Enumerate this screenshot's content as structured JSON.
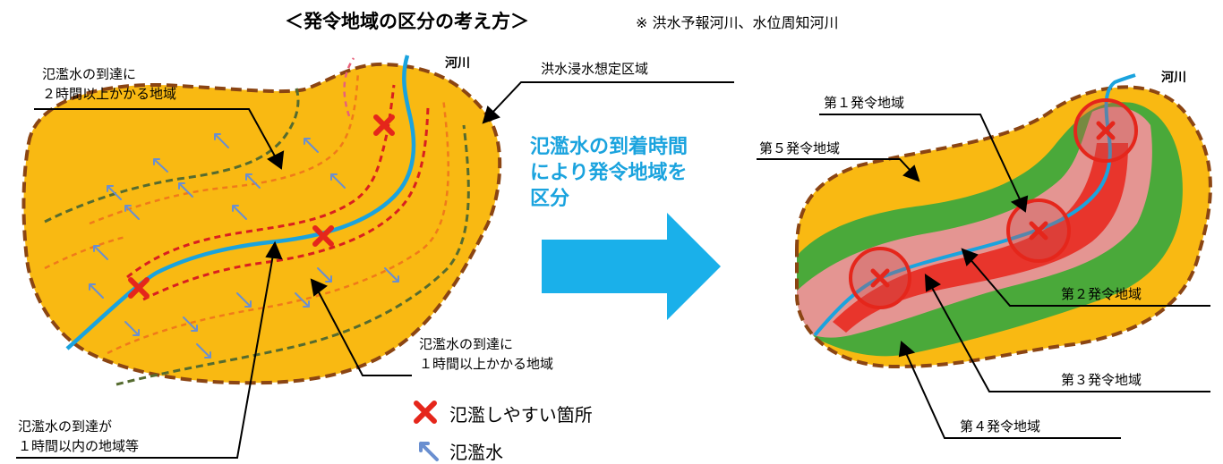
{
  "title": "＜発令地域の区分の考え方＞",
  "note": "※ 洪水予報河川、水位周知河川",
  "left_map": {
    "label_2h_line1": "氾濫水の到達に",
    "label_2h_line2": "２時間以上かかる地域",
    "label_1h_line1": "氾濫水の到達に",
    "label_1h_line2": "１時間以上かかる地域",
    "label_within_line1": "氾濫水の到達が",
    "label_within_line2": "１時間以内の地域等",
    "river_label": "河川",
    "inundation_area_label": "洪水浸水想定区域"
  },
  "center": {
    "line1": "氾濫水の到着時間",
    "line2": "により発令地域を",
    "line3": "区分"
  },
  "right_map": {
    "river_label": "河川",
    "zone1": "第１発令地域",
    "zone2": "第２発令地域",
    "zone3": "第３発令地域",
    "zone4": "第４発令地域",
    "zone5": "第５発令地域"
  },
  "legend": {
    "flood_prone": "氾濫しやすい箇所",
    "flood_water": "氾濫水"
  },
  "colors": {
    "area_fill": "#f9b912",
    "boundary": "#8b4513",
    "river": "#1aa3de",
    "red_zone": "#e8352c",
    "pink_zone": "#e49592",
    "green_zone": "#4aa93a",
    "arrow_blue": "#1ab0ea",
    "cross_red": "#e5261b",
    "flow_arrow": "#6a8fd0"
  }
}
